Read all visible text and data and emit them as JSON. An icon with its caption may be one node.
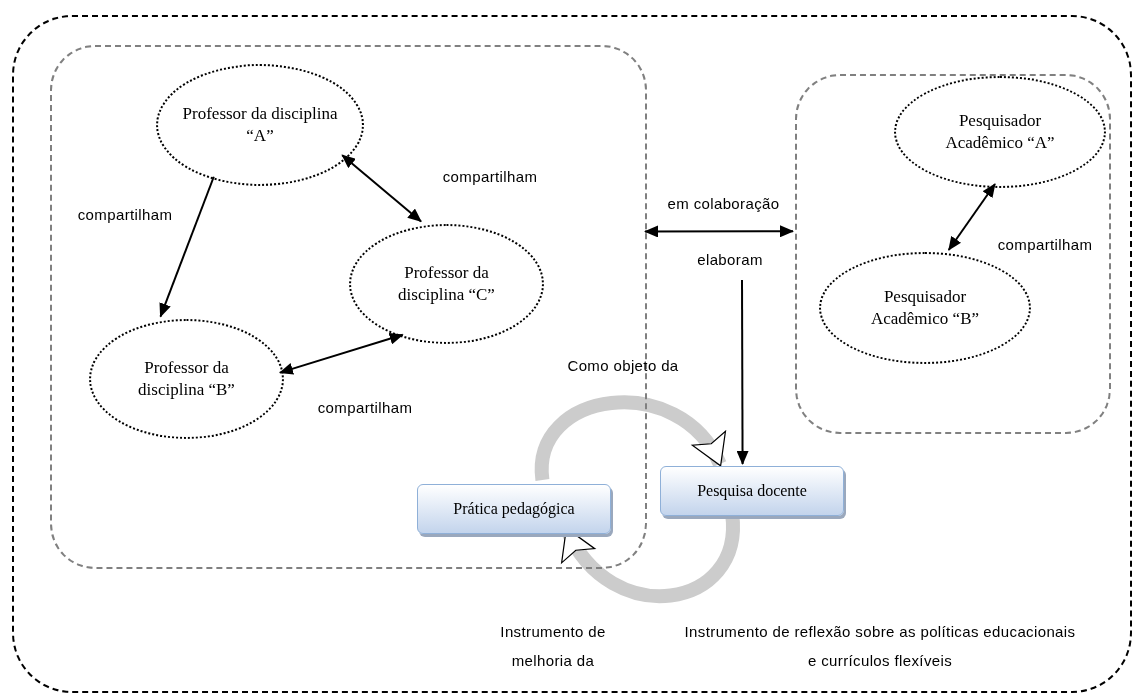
{
  "diagram": {
    "nodes": [
      {
        "text": [],
        "shape": "box"
      },
      {
        "text": [],
        "shape": "box",
        "in": 0
      },
      {
        "text": [
          "Professor da disciplina “A”"
        ],
        "in": 1
      },
      {
        "text": [
          "Professor da disciplina “C”"
        ],
        "in": 1
      },
      {
        "text": [
          "Professor da disciplina “B”"
        ],
        "in": 1
      },
      {
        "text": [],
        "shape": "box",
        "in": 0
      },
      {
        "text": [
          "Pesquisador Acadêmico “A”"
        ],
        "in": 5
      },
      {
        "text": [
          "Pesquisador Acadêmico “B”"
        ],
        "in": 5
      },
      {
        "text": [
          "Prática pedagógica"
        ],
        "in": 1
      },
      {
        "text": [
          "Pesquisa docente"
        ],
        "in": 0
      }
    ],
    "edges": [
      {
        "from": 2,
        "to": 3,
        "arrow": "both",
        "label": "compartilham"
      },
      {
        "from": 2,
        "to": 4,
        "arrow": "to",
        "label": "compartilham"
      },
      {
        "from": 4,
        "to": 3,
        "arrow": "both",
        "label": "compartilham"
      },
      {
        "from": 6,
        "to": 7,
        "arrow": "both",
        "label": "compartilham"
      },
      {
        "from": 1,
        "to": 5,
        "arrow": "both",
        "label": "em colaboração"
      },
      {
        "from": null,
        "to": 9,
        "arrow": "to",
        "label": "elaboram"
      },
      {
        "from": 8,
        "to": 9,
        "arrow": "to",
        "label": "Como objeto da",
        "style": "thick",
        "color": "#cccccc"
      },
      {
        "from": 9,
        "to": 8,
        "arrow": "to",
        "label": "Instrumento de melhoria da",
        "style": "thick",
        "color": "#cccccc"
      }
    ],
    "labels": [
      "Instrumento de reflexão sobre as políticas educacionais e currículos flexíveis"
    ]
  }
}
